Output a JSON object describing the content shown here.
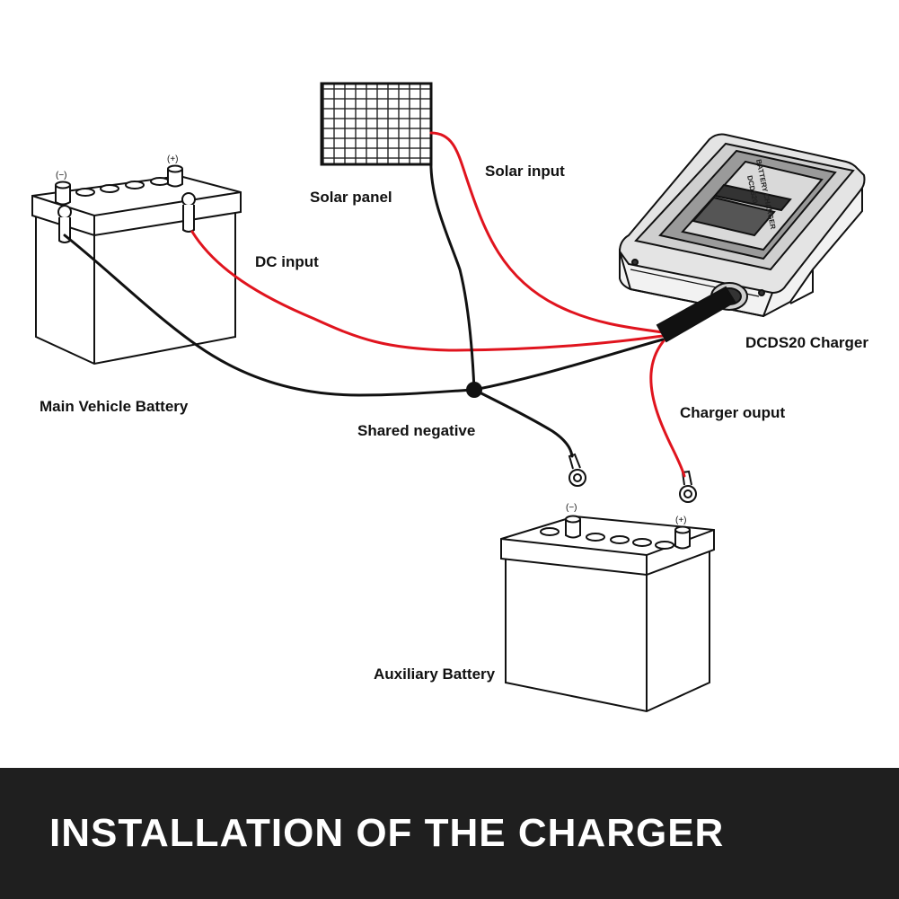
{
  "labels": {
    "solar_panel": "Solar panel",
    "solar_input": "Solar input",
    "dc_input": "DC input",
    "charger": "DCDS20 Charger",
    "main_battery": "Main Vehicle Battery",
    "shared_negative": "Shared negative",
    "charger_output": "Charger ouput",
    "aux_battery": "Auxiliary Battery"
  },
  "terminals": {
    "negative": "(−)",
    "positive": "(+)"
  },
  "device_text": {
    "line1": "BATTERY CHARGER",
    "line2": "DCDS20"
  },
  "banner": {
    "title": "INSTALLATION OF THE CHARGER"
  },
  "colors": {
    "positive_wire": "#e0141e",
    "negative_wire": "#111111",
    "banner_bg": "#1f1f1f",
    "banner_text": "#ffffff"
  }
}
